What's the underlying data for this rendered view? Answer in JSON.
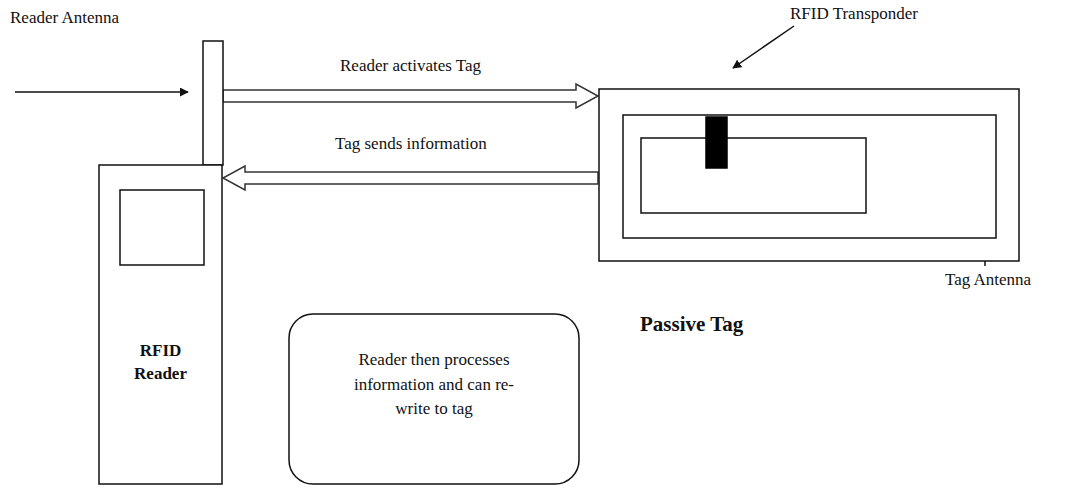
{
  "diagram": {
    "nodes": [
      {
        "text": [
          "RFID Reader"
        ]
      },
      {
        "text": [
          "Passive Tag"
        ]
      },
      {
        "text": [
          "Reader then processes information and can re-write to tag"
        ]
      }
    ],
    "edges": [
      {
        "from": 0,
        "to": 1,
        "label": "Reader activates Tag",
        "arrow": "to"
      },
      {
        "from": 1,
        "to": 0,
        "label": "Tag sends information",
        "arrow": "to"
      }
    ],
    "labels": [
      "Reader Antenna",
      "RFID Transponder",
      "Tag Antenna"
    ]
  }
}
